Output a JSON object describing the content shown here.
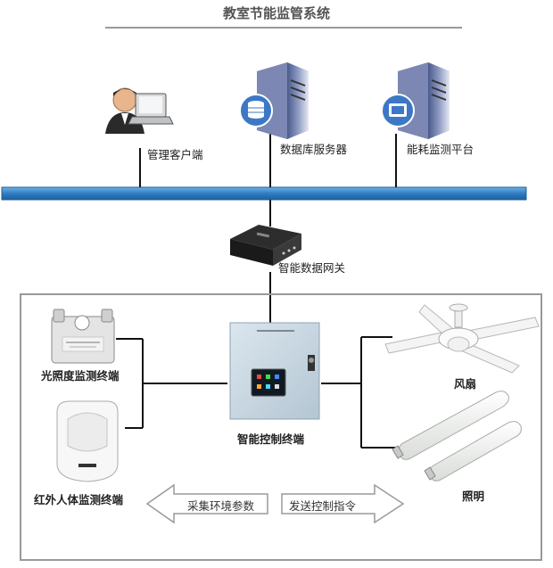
{
  "title": "教室节能监管系统",
  "nodes": {
    "client": "管理客户端",
    "db_server": "数据库服务器",
    "platform": "能耗监测平台",
    "gateway": "智能数据网关",
    "light_sensor": "光照度监测终端",
    "ir_sensor": "红外人体监测终端",
    "controller": "智能控制终端",
    "fan": "风扇",
    "lighting": "照明"
  },
  "arrows": {
    "left": "采集环境参数",
    "right": "发送控制指令"
  },
  "colors": {
    "bus": "#3a86c8",
    "lines": "#111111",
    "box": "#999999",
    "controller": "#c7d6e0"
  }
}
